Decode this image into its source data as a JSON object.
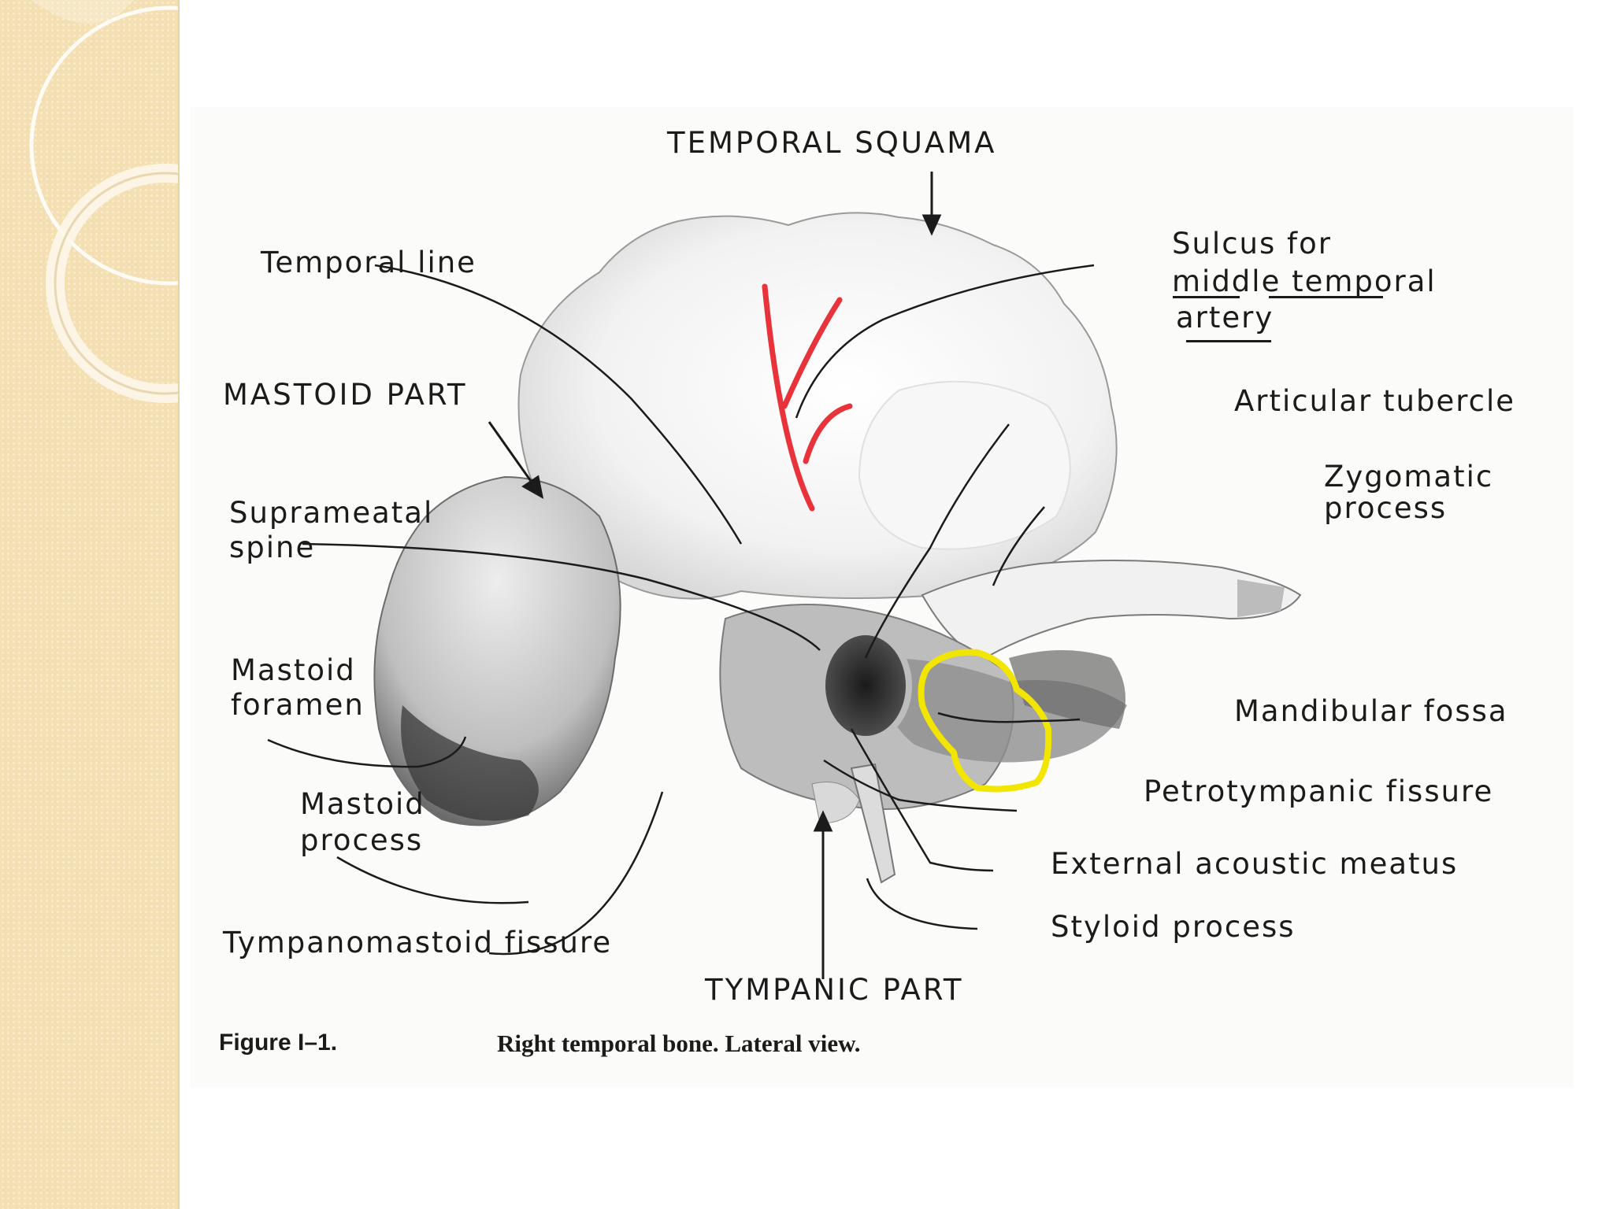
{
  "labels": {
    "temporal_squama": "TEMPORAL SQUAMA",
    "temporal_line": "Temporal line",
    "sulcus_line1": "Sulcus for",
    "sulcus_line2": "middle temporal",
    "sulcus_line3": "artery",
    "mastoid_part": "MASTOID PART",
    "articular_tubercle": "Articular tubercle",
    "zygomatic_line1": "Zygomatic",
    "zygomatic_line2": "process",
    "suprameatal_line1": "Suprameatal",
    "suprameatal_line2": "spine",
    "mastoid_foramen_line1": "Mastoid",
    "mastoid_foramen_line2": "foramen",
    "mandibular_fossa": "Mandibular fossa",
    "petrotympanic_fissure": "Petrotympanic fissure",
    "mastoid_process_line1": "Mastoid",
    "mastoid_process_line2": "process",
    "external_acoustic_meatus": "External acoustic meatus",
    "styloid_process": "Styloid process",
    "tympanomastoid_fissure": "Tympanomastoid fissure",
    "tympanic_part": "TYMPANIC PART"
  },
  "caption": {
    "number": "Figure I–1.",
    "text": "Right temporal bone. Lateral view."
  },
  "colors": {
    "sidebar": "#f3dfb2",
    "artery_marker": "#e8333a",
    "fossa_marker": "#f2e600",
    "ink": "#1b1b1b"
  }
}
